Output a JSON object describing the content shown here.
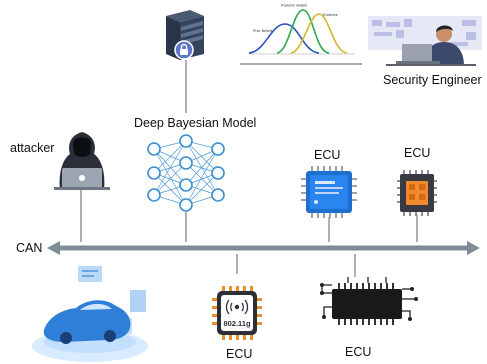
{
  "labels": {
    "model": "Deep Bayesian Model",
    "attacker": "attacker",
    "engineer": "Security Engineer",
    "bus": "CAN",
    "ecu_top_1": "ECU",
    "ecu_top_2": "ECU",
    "ecu_bottom_1": "ECU",
    "ecu_bottom_2": "ECU"
  },
  "plot": {
    "curves": [
      "Prior Beliefs",
      "Posterior Beliefs",
      "Evidence"
    ]
  },
  "wifi_chip_text": "802.11g",
  "colors": {
    "bus": "#7f8c99",
    "network": "#3a8fd1",
    "ecu_blue": "#1f6fd0",
    "ecu_orange": "#f08a2c",
    "curve_blue": "#2b4fbf",
    "curve_green": "#2ea84a",
    "curve_yellow": "#d6b52a"
  },
  "icons": [
    "server-lock-icon",
    "hacker-icon",
    "neural-network-icon",
    "ecu-chip-icon",
    "wifi-chip-icon",
    "car-icon",
    "engineer-icon"
  ]
}
